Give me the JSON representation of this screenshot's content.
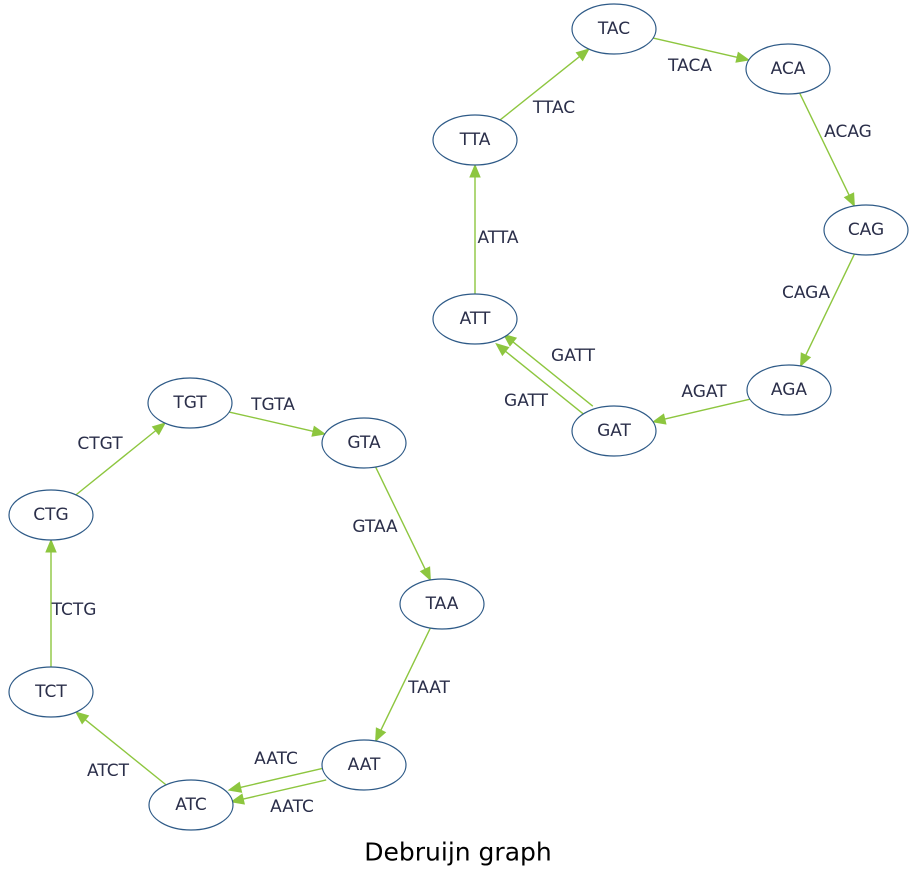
{
  "title": "Debruijn graph",
  "colors": {
    "node_stroke": "#2e5a87",
    "edge": "#8dc63f",
    "label": "#2b2f4a"
  },
  "nodes": [
    {
      "id": "TAC",
      "label": "TAC"
    },
    {
      "id": "ACA",
      "label": "ACA"
    },
    {
      "id": "CAG",
      "label": "CAG"
    },
    {
      "id": "AGA",
      "label": "AGA"
    },
    {
      "id": "GAT",
      "label": "GAT"
    },
    {
      "id": "ATT",
      "label": "ATT"
    },
    {
      "id": "TTA",
      "label": "TTA"
    },
    {
      "id": "TGT",
      "label": "TGT"
    },
    {
      "id": "GTA",
      "label": "GTA"
    },
    {
      "id": "TAA",
      "label": "TAA"
    },
    {
      "id": "AAT",
      "label": "AAT"
    },
    {
      "id": "ATC",
      "label": "ATC"
    },
    {
      "id": "TCT",
      "label": "TCT"
    },
    {
      "id": "CTG",
      "label": "CTG"
    }
  ],
  "edges": [
    {
      "from": "TAC",
      "to": "ACA",
      "label": "TACA"
    },
    {
      "from": "ACA",
      "to": "CAG",
      "label": "ACAG"
    },
    {
      "from": "CAG",
      "to": "AGA",
      "label": "CAGA"
    },
    {
      "from": "AGA",
      "to": "GAT",
      "label": "AGAT"
    },
    {
      "from": "GAT",
      "to": "ATT",
      "label": "GATT"
    },
    {
      "from": "GAT",
      "to": "ATT",
      "label": "GATT"
    },
    {
      "from": "ATT",
      "to": "TTA",
      "label": "ATTA"
    },
    {
      "from": "TTA",
      "to": "TAC",
      "label": "TTAC"
    },
    {
      "from": "TGT",
      "to": "GTA",
      "label": "TGTA"
    },
    {
      "from": "GTA",
      "to": "TAA",
      "label": "GTAA"
    },
    {
      "from": "TAA",
      "to": "AAT",
      "label": "TAAT"
    },
    {
      "from": "AAT",
      "to": "ATC",
      "label": "AATC"
    },
    {
      "from": "AAT",
      "to": "ATC",
      "label": "AATC"
    },
    {
      "from": "ATC",
      "to": "TCT",
      "label": "ATCT"
    },
    {
      "from": "TCT",
      "to": "CTG",
      "label": "TCTG"
    },
    {
      "from": "CTG",
      "to": "TGT",
      "label": "CTGT"
    }
  ]
}
